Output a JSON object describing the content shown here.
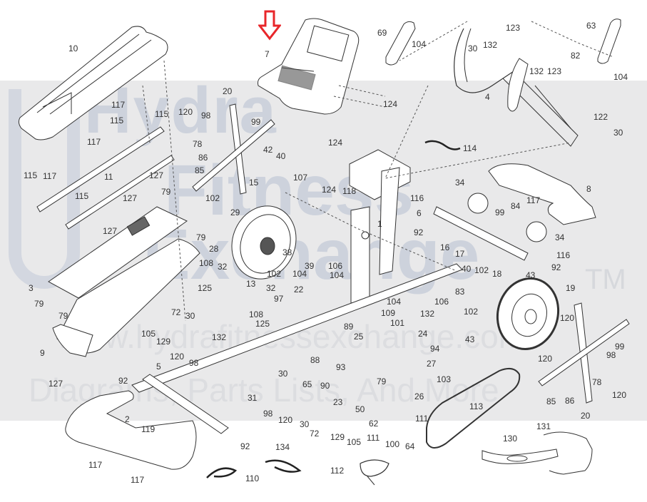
{
  "diagram": {
    "type": "exploded-parts-diagram",
    "subject": "elliptical / exercise bike assembly",
    "highlighted_part": "7",
    "highlight_color": "#e8262a",
    "line_color": "#333333",
    "band_color": "#e9e9ea"
  },
  "watermark": {
    "brand_line1": "Hydra",
    "brand_line2": "Fitness",
    "brand_line3": "Exchange",
    "trademark": "TM",
    "url": "www.hydrafitnessexchange.com",
    "tagline": "Diagrams, Parts Lists, And More"
  },
  "labels": [
    {
      "id": "l10",
      "text": "10"
    },
    {
      "id": "l7",
      "text": "7"
    },
    {
      "id": "l69",
      "text": "69"
    },
    {
      "id": "l104a",
      "text": "104"
    },
    {
      "id": "l123a",
      "text": "123"
    },
    {
      "id": "l30a",
      "text": "30"
    },
    {
      "id": "l132a",
      "text": "132"
    },
    {
      "id": "l4",
      "text": "4"
    },
    {
      "id": "l132b",
      "text": "132"
    },
    {
      "id": "l123b",
      "text": "123"
    },
    {
      "id": "l82",
      "text": "82"
    },
    {
      "id": "l63",
      "text": "63"
    },
    {
      "id": "l104b",
      "text": "104"
    },
    {
      "id": "l122",
      "text": "122"
    },
    {
      "id": "l30b",
      "text": "30"
    },
    {
      "id": "l117a",
      "text": "117"
    },
    {
      "id": "l115a",
      "text": "115"
    },
    {
      "id": "l117b",
      "text": "117"
    },
    {
      "id": "l115b",
      "text": "115"
    },
    {
      "id": "l117c",
      "text": "117"
    },
    {
      "id": "l115c",
      "text": "115"
    },
    {
      "id": "l11",
      "text": "11"
    },
    {
      "id": "l127a",
      "text": "127"
    },
    {
      "id": "l127b",
      "text": "127"
    },
    {
      "id": "l79a",
      "text": "79"
    },
    {
      "id": "l115d",
      "text": "115"
    },
    {
      "id": "l127c",
      "text": "127"
    },
    {
      "id": "l79b",
      "text": "79"
    },
    {
      "id": "l3",
      "text": "3"
    },
    {
      "id": "l79c",
      "text": "79"
    },
    {
      "id": "l79d",
      "text": "79"
    },
    {
      "id": "l9",
      "text": "9"
    },
    {
      "id": "l127d",
      "text": "127"
    },
    {
      "id": "l20a",
      "text": "20"
    },
    {
      "id": "l120a",
      "text": "120"
    },
    {
      "id": "l98a",
      "text": "98"
    },
    {
      "id": "l99a",
      "text": "99"
    },
    {
      "id": "l78a",
      "text": "78"
    },
    {
      "id": "l86a",
      "text": "86"
    },
    {
      "id": "l85a",
      "text": "85"
    },
    {
      "id": "l42",
      "text": "42"
    },
    {
      "id": "l40a",
      "text": "40"
    },
    {
      "id": "l124a",
      "text": "124"
    },
    {
      "id": "l124b",
      "text": "124"
    },
    {
      "id": "l114",
      "text": "114"
    },
    {
      "id": "l15",
      "text": "15"
    },
    {
      "id": "l107",
      "text": "107"
    },
    {
      "id": "l124c",
      "text": "124"
    },
    {
      "id": "l118",
      "text": "118"
    },
    {
      "id": "l1",
      "text": "1"
    },
    {
      "id": "l102a",
      "text": "102"
    },
    {
      "id": "l29",
      "text": "29"
    },
    {
      "id": "l28",
      "text": "28"
    },
    {
      "id": "l38",
      "text": "38"
    },
    {
      "id": "l39",
      "text": "39"
    },
    {
      "id": "l106a",
      "text": "106"
    },
    {
      "id": "l102b",
      "text": "102"
    },
    {
      "id": "l104c",
      "text": "104"
    },
    {
      "id": "l22",
      "text": "22"
    },
    {
      "id": "l104d",
      "text": "104"
    },
    {
      "id": "l108a",
      "text": "108"
    },
    {
      "id": "l32a",
      "text": "32"
    },
    {
      "id": "l125a",
      "text": "125"
    },
    {
      "id": "l13",
      "text": "13"
    },
    {
      "id": "l32b",
      "text": "32"
    },
    {
      "id": "l97",
      "text": "97"
    },
    {
      "id": "l108b",
      "text": "108"
    },
    {
      "id": "l125b",
      "text": "125"
    },
    {
      "id": "l132c",
      "text": "132"
    },
    {
      "id": "l72a",
      "text": "72"
    },
    {
      "id": "l30c",
      "text": "30"
    },
    {
      "id": "l105a",
      "text": "105"
    },
    {
      "id": "l129a",
      "text": "129"
    },
    {
      "id": "l120b",
      "text": "120"
    },
    {
      "id": "l98b",
      "text": "98"
    },
    {
      "id": "l34a",
      "text": "34"
    },
    {
      "id": "l116a",
      "text": "116"
    },
    {
      "id": "l6",
      "text": "6"
    },
    {
      "id": "l84",
      "text": "84"
    },
    {
      "id": "l117d",
      "text": "117"
    },
    {
      "id": "l8",
      "text": "8"
    },
    {
      "id": "l99b",
      "text": "99"
    },
    {
      "id": "l92a",
      "text": "92"
    },
    {
      "id": "l34b",
      "text": "34"
    },
    {
      "id": "l116b",
      "text": "116"
    },
    {
      "id": "l92b",
      "text": "92"
    },
    {
      "id": "l16",
      "text": "16"
    },
    {
      "id": "l17",
      "text": "17"
    },
    {
      "id": "l40b",
      "text": "40"
    },
    {
      "id": "l102c",
      "text": "102"
    },
    {
      "id": "l18",
      "text": "18"
    },
    {
      "id": "l43a",
      "text": "43"
    },
    {
      "id": "l19",
      "text": "19"
    },
    {
      "id": "l83",
      "text": "83"
    },
    {
      "id": "l106b",
      "text": "106"
    },
    {
      "id": "l102d",
      "text": "102"
    },
    {
      "id": "l104e",
      "text": "104"
    },
    {
      "id": "l132d",
      "text": "132"
    },
    {
      "id": "l109",
      "text": "109"
    },
    {
      "id": "l101",
      "text": "101"
    },
    {
      "id": "l89",
      "text": "89"
    },
    {
      "id": "l25",
      "text": "25"
    },
    {
      "id": "l24",
      "text": "24"
    },
    {
      "id": "l94",
      "text": "94"
    },
    {
      "id": "l88",
      "text": "88"
    },
    {
      "id": "l93",
      "text": "93"
    },
    {
      "id": "l27",
      "text": "27"
    },
    {
      "id": "l103",
      "text": "103"
    },
    {
      "id": "l90",
      "text": "90"
    },
    {
      "id": "l79e",
      "text": "79"
    },
    {
      "id": "l26",
      "text": "26"
    },
    {
      "id": "l23",
      "text": "23"
    },
    {
      "id": "l50",
      "text": "50"
    },
    {
      "id": "l111a",
      "text": "111"
    },
    {
      "id": "l62",
      "text": "62"
    },
    {
      "id": "l111b",
      "text": "111"
    },
    {
      "id": "l100",
      "text": "100"
    },
    {
      "id": "l64",
      "text": "64"
    },
    {
      "id": "l43b",
      "text": "43"
    },
    {
      "id": "l120c",
      "text": "120"
    },
    {
      "id": "l120d",
      "text": "120"
    },
    {
      "id": "l99c",
      "text": "99"
    },
    {
      "id": "l98c",
      "text": "98"
    },
    {
      "id": "l78b",
      "text": "78"
    },
    {
      "id": "l120e",
      "text": "120"
    },
    {
      "id": "l85b",
      "text": "85"
    },
    {
      "id": "l86b",
      "text": "86"
    },
    {
      "id": "l20b",
      "text": "20"
    },
    {
      "id": "l5",
      "text": "5"
    },
    {
      "id": "l92c",
      "text": "92"
    },
    {
      "id": "l2",
      "text": "2"
    },
    {
      "id": "l119",
      "text": "119"
    },
    {
      "id": "l117e",
      "text": "117"
    },
    {
      "id": "l117f",
      "text": "117"
    },
    {
      "id": "l31",
      "text": "31"
    },
    {
      "id": "l30d",
      "text": "30"
    },
    {
      "id": "l65",
      "text": "65"
    },
    {
      "id": "l98d",
      "text": "98"
    },
    {
      "id": "l120f",
      "text": "120"
    },
    {
      "id": "l30e",
      "text": "30"
    },
    {
      "id": "l72b",
      "text": "72"
    },
    {
      "id": "l129b",
      "text": "129"
    },
    {
      "id": "l105b",
      "text": "105"
    },
    {
      "id": "l92d",
      "text": "92"
    },
    {
      "id": "l134",
      "text": "134"
    },
    {
      "id": "l110",
      "text": "110"
    },
    {
      "id": "l112",
      "text": "112"
    },
    {
      "id": "l113",
      "text": "113"
    },
    {
      "id": "l130",
      "text": "130"
    },
    {
      "id": "l131",
      "text": "131"
    }
  ]
}
